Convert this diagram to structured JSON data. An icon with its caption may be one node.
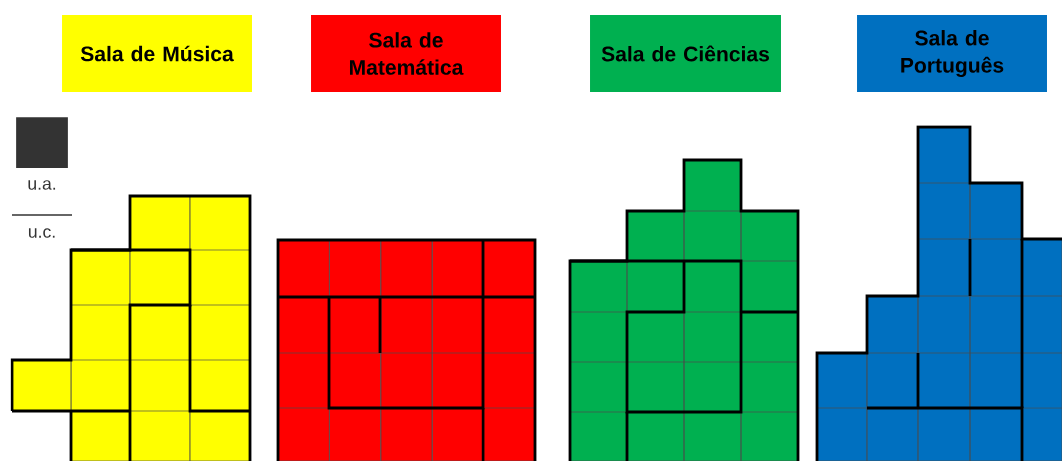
{
  "diagram": {
    "nodes": [
      {
        "text": [
          "Sala de Música"
        ]
      },
      {
        "text": [
          "Sala de Matemática"
        ]
      },
      {
        "text": [
          "Sala de Ciências"
        ]
      },
      {
        "text": [
          "Sala de Português"
        ]
      }
    ],
    "labels": [
      "u.a.",
      "u.c."
    ]
  }
}
